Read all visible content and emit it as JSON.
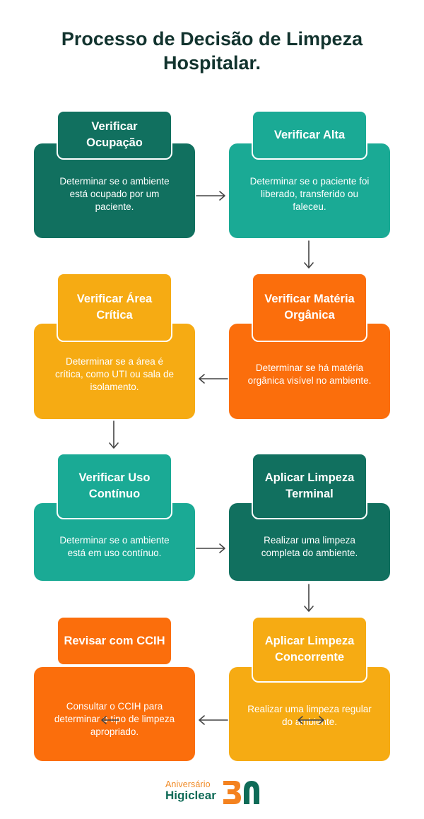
{
  "title": "Processo de Decisão de Limpeza Hospitalar.",
  "steps": [
    {
      "title": "Verificar Ocupação",
      "text": "Determinar se o ambiente está ocupado por um paciente.",
      "color": "#11705f"
    },
    {
      "title": "Verificar Alta",
      "text": "Determinar se o paciente foi liberado, transferido ou faleceu.",
      "color": "#1aaa95"
    },
    {
      "title": "Verificar Matéria Orgânica",
      "text": "Determinar se há matéria orgânica visível no ambiente.",
      "color": "#fb6e0c"
    },
    {
      "title": "Verificar Área Crítica",
      "text": "Determinar se a área é crítica, como UTI ou sala de isolamento.",
      "color": "#f6ab13"
    },
    {
      "title": "Verificar Uso Contínuo",
      "text": "Determinar se o ambiente está em uso contínuo.",
      "color": "#1aaa95"
    },
    {
      "title": "Aplicar Limpeza Terminal",
      "text": "Realizar uma limpeza completa do ambiente.",
      "color": "#11705f"
    },
    {
      "title": "Aplicar Limpeza Concorrente",
      "text": "Realizar uma limpeza regular do ambiente.",
      "color": "#f6ab13"
    },
    {
      "title": "Revisar com CCIH",
      "text": "Consultar o CCIH para determinar o tipo de limpeza apropriado.",
      "color": "#fb6e0c"
    }
  ],
  "logo": {
    "top": "Aniversário",
    "main": "Higiclear",
    "number": "30"
  }
}
